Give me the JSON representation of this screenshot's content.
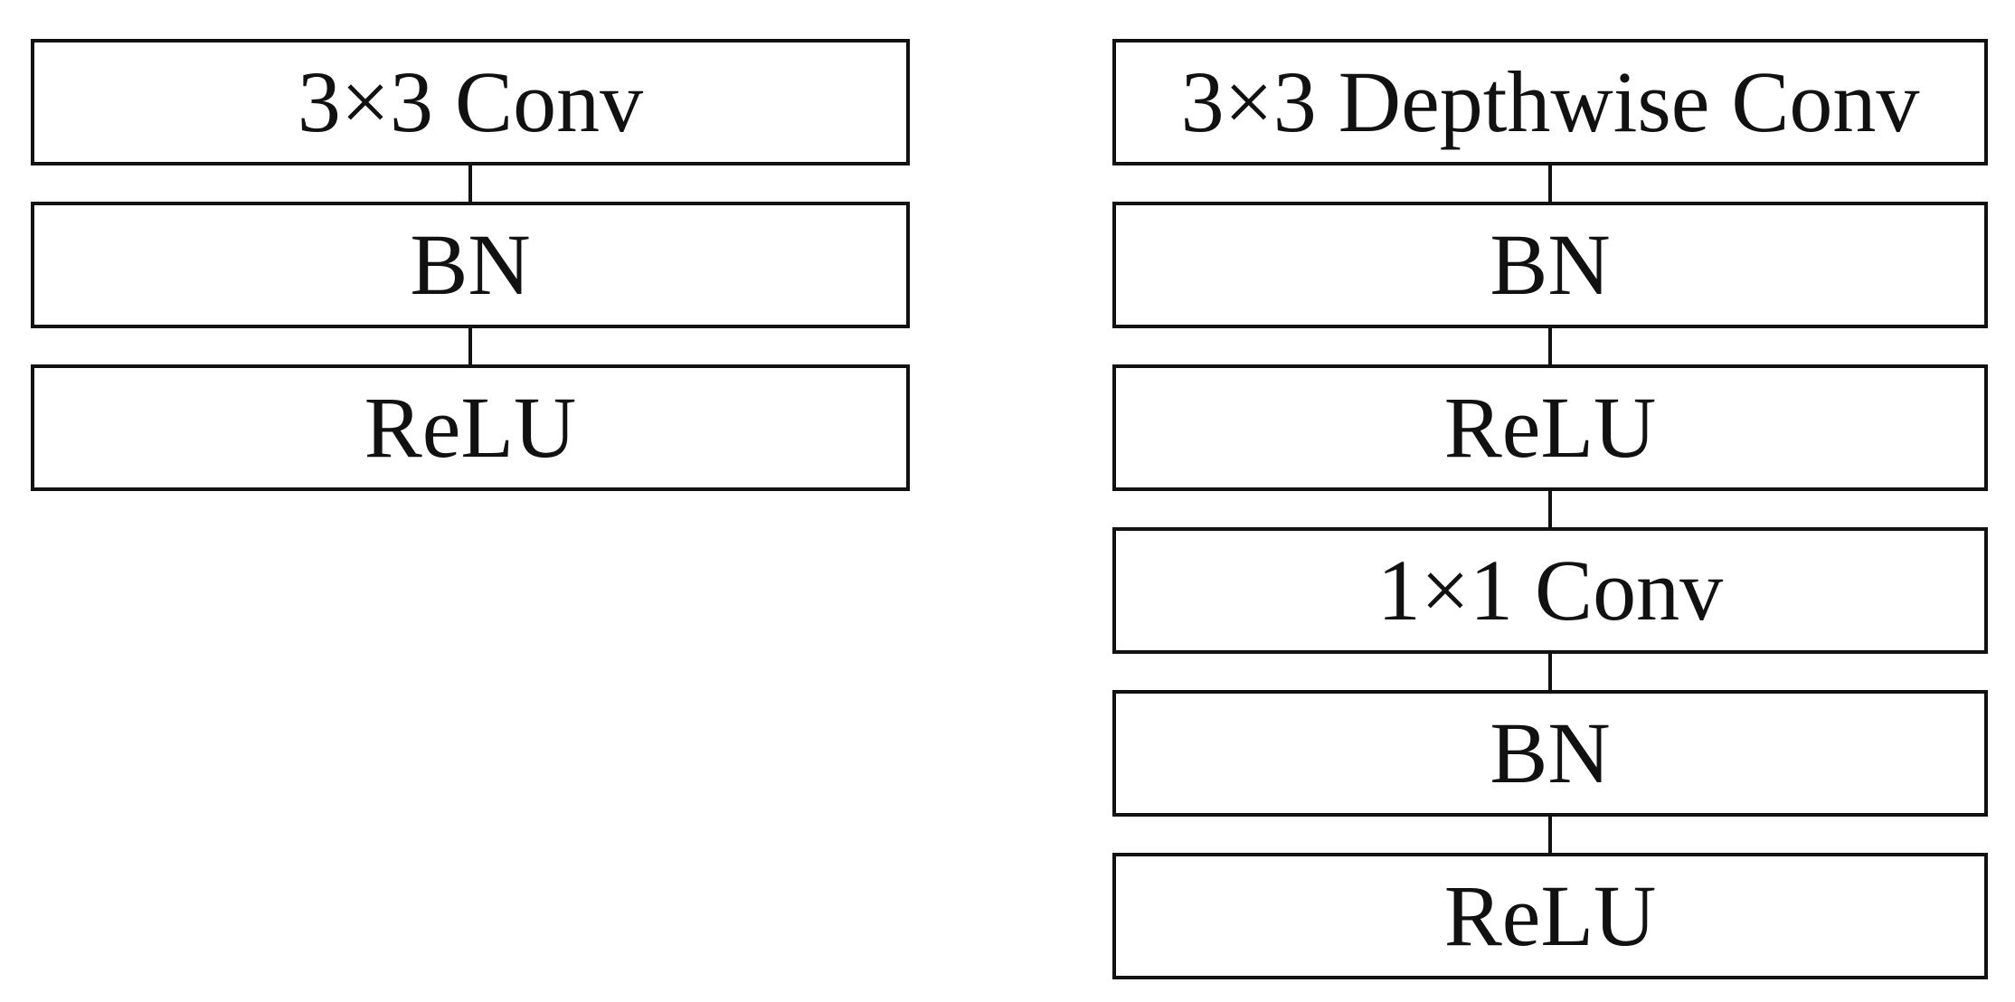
{
  "diagram": {
    "standard_block": {
      "layers": [
        "3×3 Conv",
        "BN",
        "ReLU"
      ]
    },
    "depthwise_separable_block": {
      "layers": [
        "3×3 Depthwise Conv",
        "BN",
        "ReLU",
        "1×1 Conv",
        "BN",
        "ReLU"
      ]
    }
  },
  "colors": {
    "stroke": "#111111",
    "background": "#ffffff"
  }
}
